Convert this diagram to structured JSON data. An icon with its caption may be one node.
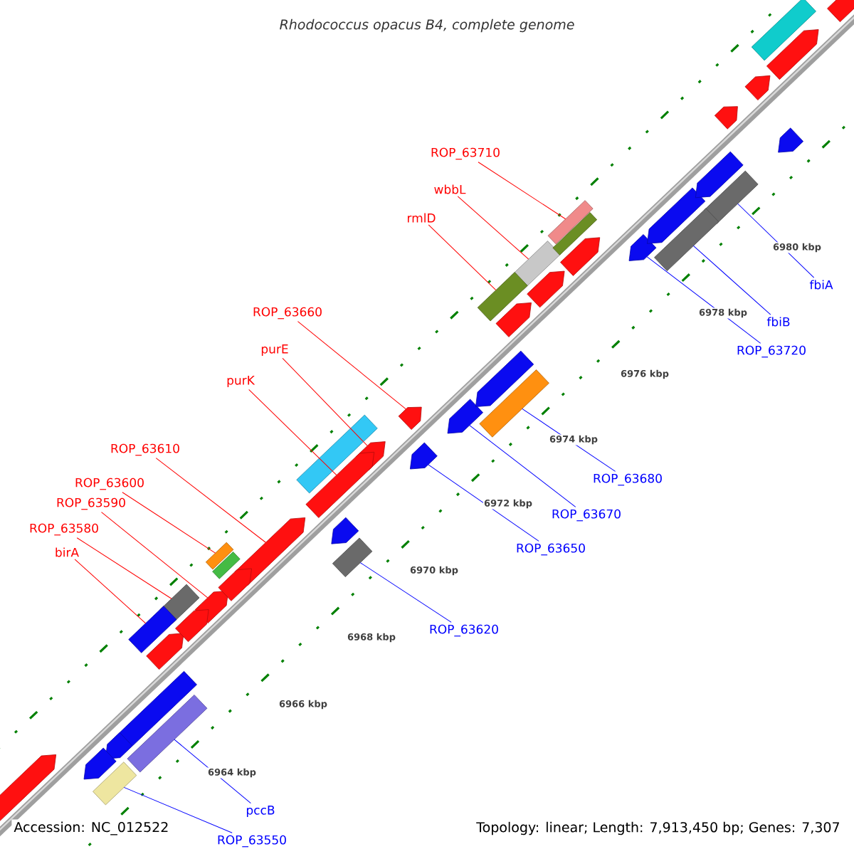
{
  "diagram": {
    "title": "Rhodococcus opacus B4, complete genome",
    "nodes": [
      {
        "text": [
          "ROP_63710"
        ]
      },
      {
        "text": [
          "wbbL"
        ]
      },
      {
        "text": [
          "rmlD"
        ]
      },
      {
        "text": [
          "ROP_63660"
        ]
      },
      {
        "text": [
          "purE"
        ]
      },
      {
        "text": [
          "purK"
        ]
      },
      {
        "text": [
          "ROP_63610"
        ]
      },
      {
        "text": [
          "ROP_63600"
        ]
      },
      {
        "text": [
          "ROP_63590"
        ]
      },
      {
        "text": [
          "ROP_63580"
        ]
      },
      {
        "text": [
          "birA"
        ]
      },
      {
        "text": [
          "fbiA"
        ]
      },
      {
        "text": [
          "fbiB"
        ]
      },
      {
        "text": [
          "ROP_63720"
        ]
      },
      {
        "text": [
          "ROP_63680"
        ]
      },
      {
        "text": [
          "ROP_63670"
        ]
      },
      {
        "text": [
          "ROP_63650"
        ]
      },
      {
        "text": [
          "ROP_63620"
        ]
      },
      {
        "text": [
          "pccB"
        ]
      },
      {
        "text": [
          "ROP_63550"
        ]
      },
      {
        "text": [],
        "shape": "box"
      },
      {
        "text": [],
        "shape": "box"
      },
      {
        "text": [],
        "shape": "box"
      },
      {
        "text": [],
        "shape": "pentagon"
      },
      {
        "text": [],
        "shape": "pentagon"
      },
      {
        "text": [],
        "shape": "pentagon"
      },
      {
        "text": [],
        "shape": "pentagon"
      },
      {
        "text": [],
        "shape": "box"
      },
      {
        "text": [],
        "shape": "pentagon"
      },
      {
        "text": [],
        "shape": "box"
      },
      {
        "text": [],
        "shape": "box"
      },
      {
        "text": [],
        "shape": "box"
      },
      {
        "text": [],
        "shape": "box"
      },
      {
        "text": [],
        "shape": "pentagon"
      },
      {
        "text": [],
        "shape": "box"
      },
      {
        "text": [],
        "shape": "pentagon"
      },
      {
        "text": [],
        "shape": "pentagon"
      },
      {
        "text": [],
        "shape": "box"
      },
      {
        "text": [],
        "shape": "box"
      },
      {
        "text": [],
        "shape": "box"
      },
      {
        "text": [],
        "shape": "pentagon"
      },
      {
        "text": [],
        "shape": "pentagon"
      },
      {
        "text": [],
        "shape": "pentagon"
      },
      {
        "text": [],
        "shape": "pentagon"
      },
      {
        "text": [],
        "shape": "box"
      },
      {
        "text": [],
        "shape": "box"
      },
      {
        "text": [],
        "shape": "pentagon"
      },
      {
        "text": [],
        "shape": "pentagon"
      },
      {
        "text": [],
        "shape": "pentagon"
      },
      {
        "text": [],
        "shape": "box"
      },
      {
        "text": [],
        "shape": "pentagon"
      },
      {
        "text": [],
        "shape": "pentagon"
      },
      {
        "text": [],
        "shape": "pentagon"
      },
      {
        "text": [],
        "shape": "pentagon"
      },
      {
        "text": [],
        "shape": "box"
      },
      {
        "text": [],
        "shape": "pentagon"
      },
      {
        "text": [],
        "shape": "pentagon"
      },
      {
        "text": [],
        "shape": "pentagon"
      },
      {
        "text": [],
        "shape": "pentagon"
      },
      {
        "text": [],
        "shape": "pentagon"
      },
      {
        "text": [],
        "shape": "pentagon"
      },
      {
        "text": [],
        "shape": "pentagon"
      },
      {
        "text": [],
        "shape": "pentagon"
      }
    ],
    "edges": [
      {
        "from": 0,
        "to": 20,
        "arrow": "none"
      },
      {
        "from": 1,
        "to": 21,
        "arrow": "none"
      },
      {
        "from": 2,
        "to": 22,
        "arrow": "none"
      },
      {
        "from": 3,
        "to": 23,
        "arrow": "none"
      },
      {
        "from": 4,
        "to": 24,
        "arrow": "none"
      },
      {
        "from": 5,
        "to": 25,
        "arrow": "none"
      },
      {
        "from": 6,
        "to": 26,
        "arrow": "none"
      },
      {
        "from": 7,
        "to": 27,
        "arrow": "none"
      },
      {
        "from": 8,
        "to": 28,
        "arrow": "none"
      },
      {
        "from": 9,
        "to": 29,
        "arrow": "none"
      },
      {
        "from": 10,
        "to": 30,
        "arrow": "none"
      },
      {
        "from": 11,
        "to": 31,
        "arrow": "none",
        "color": "#0000ff"
      },
      {
        "from": 12,
        "to": 32,
        "arrow": "none",
        "color": "#0000ff"
      },
      {
        "from": 13,
        "to": 33,
        "arrow": "none",
        "color": "#0000ff"
      },
      {
        "from": 14,
        "to": 34,
        "arrow": "none",
        "color": "#0000ff"
      },
      {
        "from": 15,
        "to": 35,
        "arrow": "none",
        "color": "#0000ff"
      },
      {
        "from": 16,
        "to": 36,
        "arrow": "none",
        "color": "#0000ff"
      },
      {
        "from": 17,
        "to": 37,
        "arrow": "none",
        "color": "#0000ff"
      },
      {
        "from": 18,
        "to": 38,
        "arrow": "none",
        "color": "#0000ff"
      },
      {
        "from": 19,
        "to": 39,
        "arrow": "none",
        "color": "#0000ff"
      }
    ],
    "labels": [
      "6980 kbp",
      "6978 kbp",
      "6976 kbp",
      "6974 kbp",
      "6972 kbp",
      "6970 kbp",
      "6968 kbp",
      "6966 kbp",
      "6964 kbp",
      "Accession: NC_012522",
      "Topology: linear; Length: 7,913,450 bp; Genes: 7,307"
    ]
  }
}
